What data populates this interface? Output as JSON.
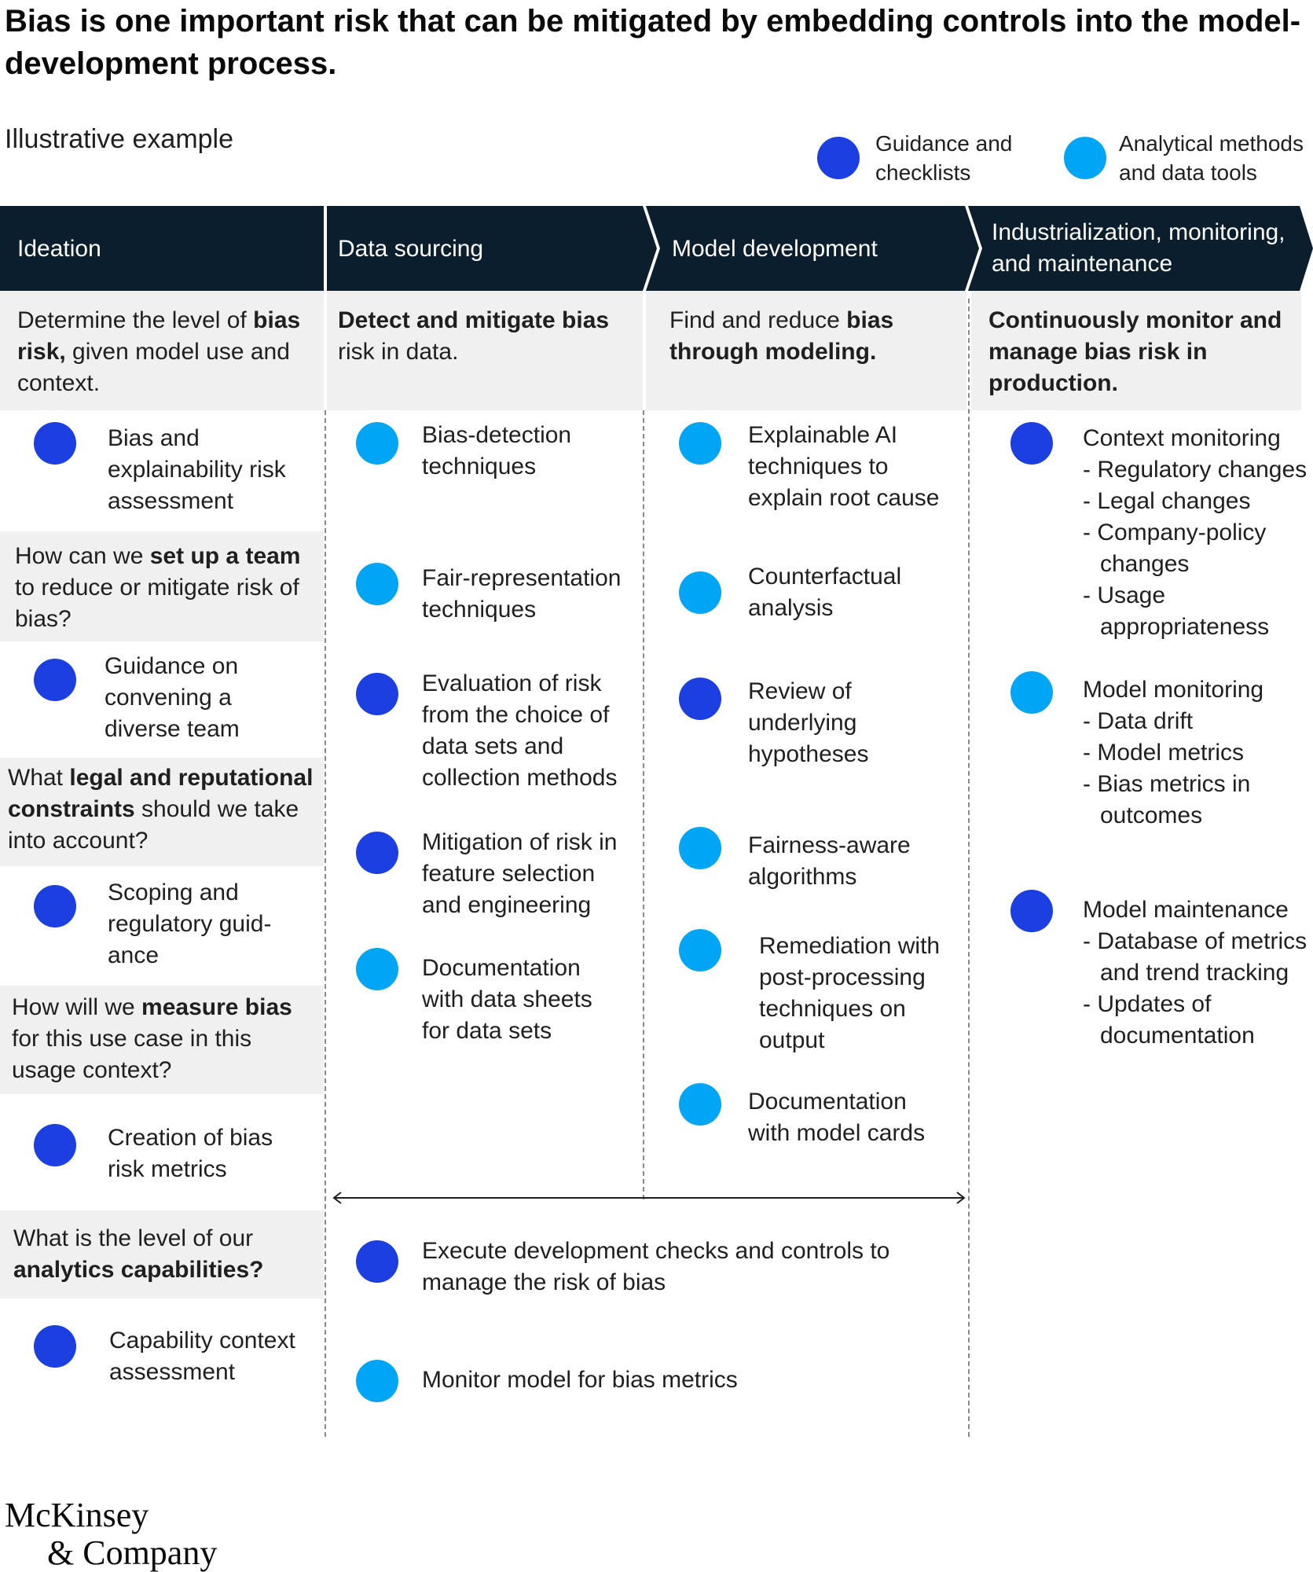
{
  "title": "Bias is one important risk that can be mitigated by embedding controls into the model-development process.",
  "subtitle": "Illustrative example",
  "legend": [
    {
      "label": "Guidance and checklists",
      "color": "#1b3fe0",
      "icon": "guidance-dot"
    },
    {
      "label": "Analytical methods and data tools",
      "color": "#00a6f5",
      "icon": "analytical-dot"
    }
  ],
  "colors": {
    "header_bg": "#0a1e2e",
    "guidance": "#1b3fe0",
    "analytical": "#00a6f5",
    "grey_box": "#f0f0f0"
  },
  "stages": {
    "ideation": "Ideation",
    "data_sourcing": "Data sourcing",
    "model_development": "Model development",
    "industrialization": "Industrialization, monitoring, and maintenance"
  },
  "stage_goals": {
    "ideation": {
      "pre": "Determine the level of ",
      "bold": "bias risk,",
      "post": " given model use and context."
    },
    "data_sourcing": {
      "bold": "Detect and mitigate bias",
      "post": " risk in data."
    },
    "model_development": {
      "pre": "Find and reduce ",
      "bold": "bias through modeling."
    },
    "industrialization": {
      "bold": "Continuously monitor and manage bias risk in production."
    }
  },
  "ideation": {
    "q1": {
      "pre": "How can we ",
      "bold": "set up a team",
      "post": " to reduce or mitigate risk of bias?"
    },
    "q2": {
      "pre": "What ",
      "bold": "legal and reputational constraints",
      "post": " should we take into account?"
    },
    "q3": {
      "pre": "How will we ",
      "bold": "measure bias",
      "post": " for this use case in this usage context?"
    },
    "q4": {
      "pre": "What is the level of our ",
      "bold": "analytics capabilities?"
    },
    "items": [
      "Bias and explainability risk assessment",
      "Guidance on convening a diverse team",
      "Scoping and regulatory guid-ance",
      "Creation of bias risk metrics",
      "Capability context assessment"
    ]
  },
  "data_sourcing": {
    "items": [
      "Bias-detection techniques",
      "Fair-representation techniques",
      "Evaluation of  risk from the choice of data sets and collection methods",
      "Mitigation of risk in feature selection and engineering",
      "Documentation with data sheets for data sets"
    ]
  },
  "model_development": {
    "items": [
      "Explainable AI techniques to explain root cause",
      "Counterfactual analysis",
      "Review of underlying hypotheses",
      "Fairness-aware algorithms",
      "Remediation with post-processing techniques on output",
      "Documentation with model cards"
    ]
  },
  "industrialization": {
    "context": {
      "title": "Context monitoring",
      "items": [
        "- Regulatory changes",
        "- Legal changes",
        "- Company-policy changes",
        "- Usage appropriateness"
      ]
    },
    "model_monitoring": {
      "title": "Model monitoring",
      "items": [
        "- Data drift",
        "- Model metrics",
        "- Bias metrics in outcomes"
      ]
    },
    "model_maintenance": {
      "title": "Model maintenance",
      "items": [
        "- Database of metrics and trend tracking",
        "- Updates of documentation"
      ]
    }
  },
  "span": {
    "execute": "Execute development checks and controls to manage the risk of bias",
    "monitor": "Monitor model for bias metrics"
  },
  "logo": {
    "line1": "McKinsey",
    "line2": "& Company"
  }
}
